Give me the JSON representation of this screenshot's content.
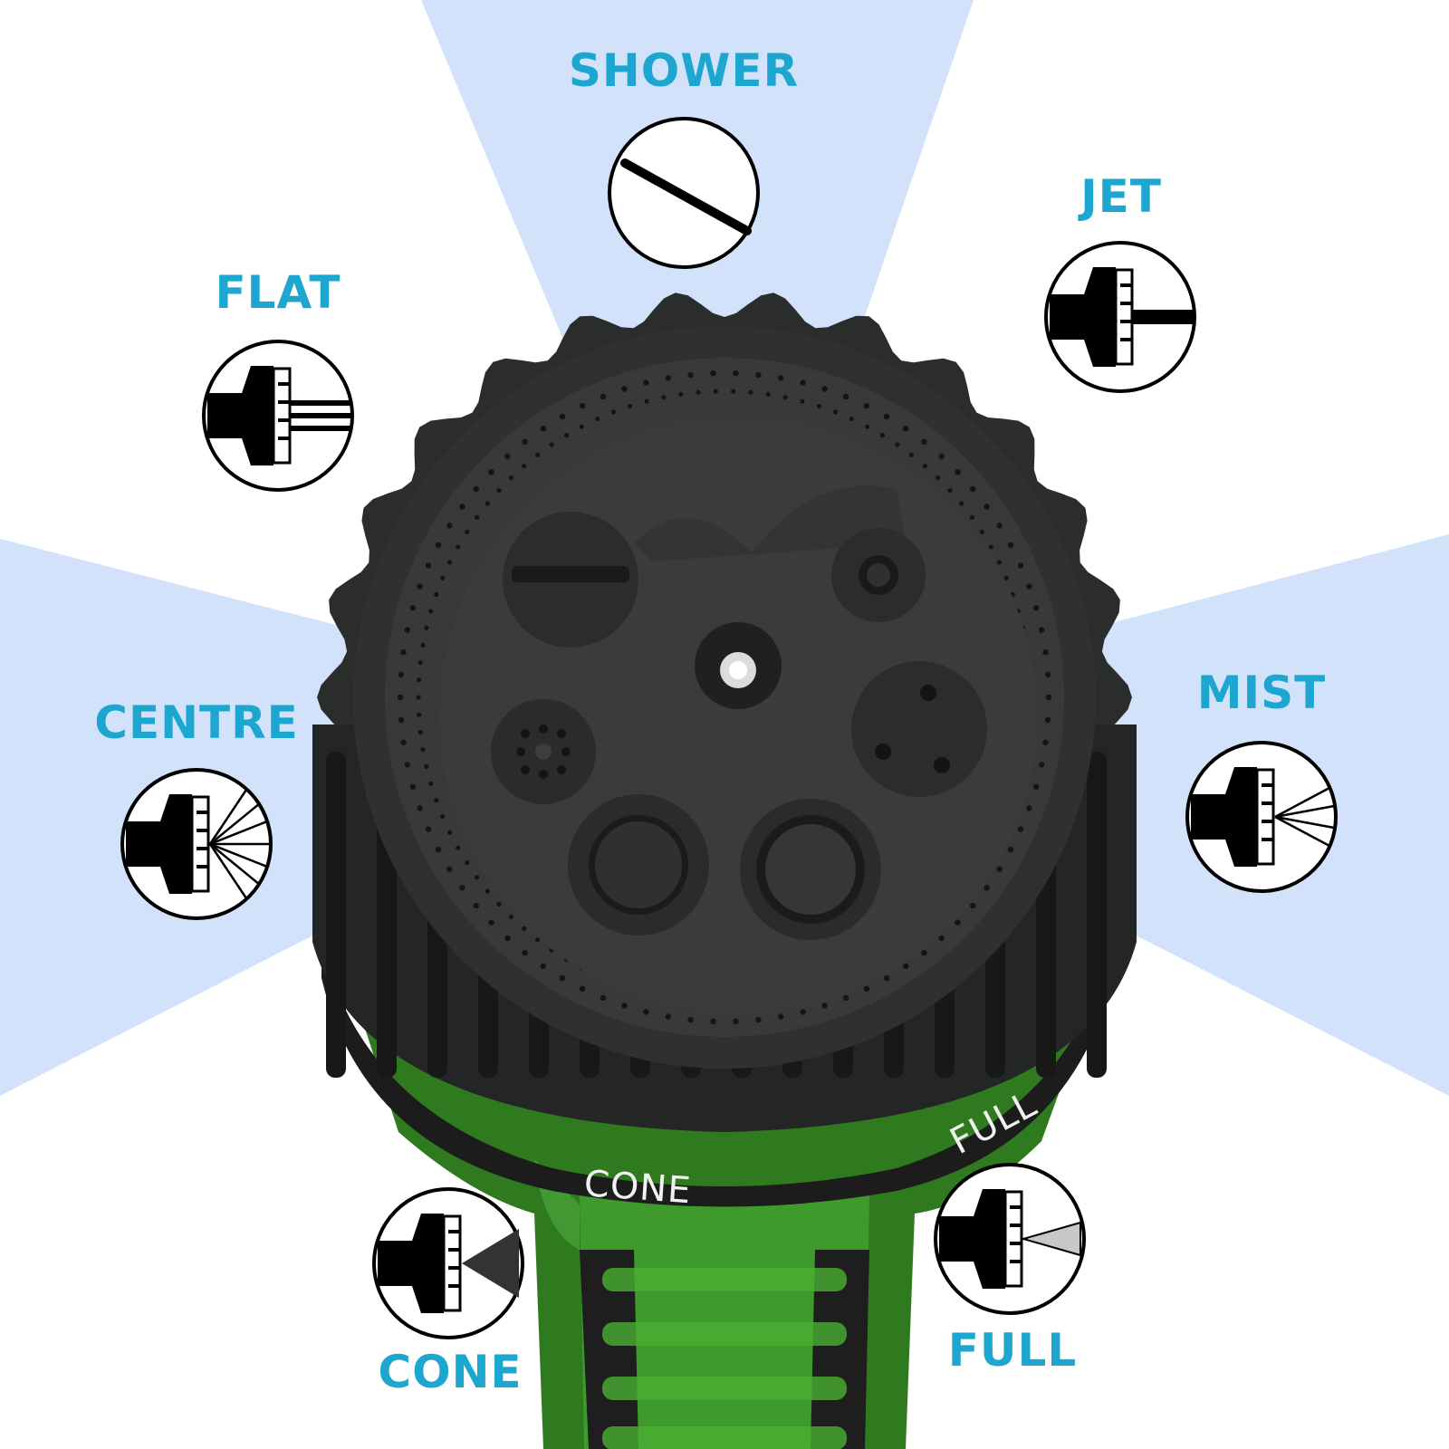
{
  "colors": {
    "background": "#ffffff",
    "ray": "#d3e2fb",
    "label": "#1da6cf",
    "nozzle_dark": "#2b2d2c",
    "nozzle_face": "#3a3c3b",
    "body_green": "#2f7a1f",
    "ring_text": "#f2f2f2"
  },
  "modes": [
    {
      "label": "SHOWER",
      "icon": "shower-icon"
    },
    {
      "label": "JET",
      "icon": "jet-icon"
    },
    {
      "label": "MIST",
      "icon": "mist-icon"
    },
    {
      "label": "FULL",
      "icon": "full-icon"
    },
    {
      "label": "CONE",
      "icon": "cone-icon"
    },
    {
      "label": "CENTRE",
      "icon": "centre-icon"
    },
    {
      "label": "FLAT",
      "icon": "flat-icon"
    }
  ],
  "ring_labels": [
    "CONE",
    "FULL"
  ]
}
